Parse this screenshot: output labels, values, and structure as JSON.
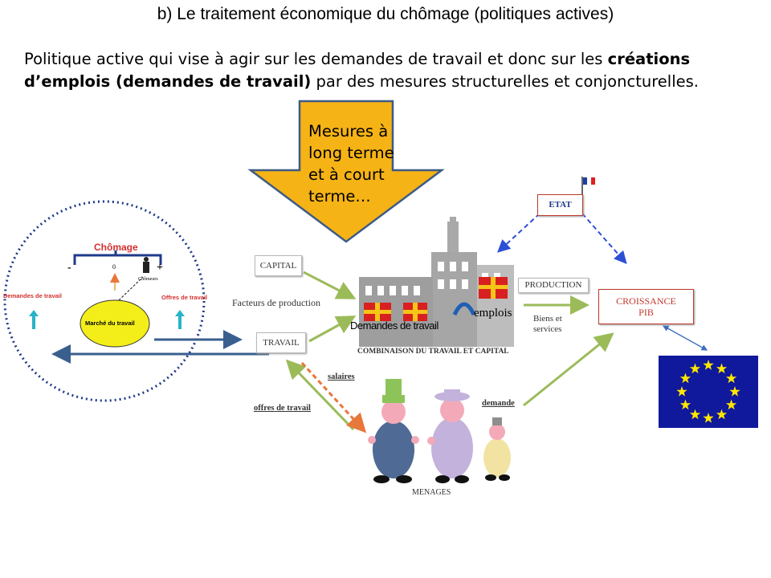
{
  "title": "b) Le traitement économique du chômage (politiques actives)",
  "intro": {
    "part1": "Politique active qui vise à agir sur les demandes de travail et donc sur les ",
    "bold": "créations d’emplois (demandes de travail)",
    "part2": " par des mesures structurelles et conjoncturelles."
  },
  "arrow_text": [
    "Mesures à",
    "long terme",
    "et à court",
    "terme…"
  ],
  "circle": {
    "chomage": "Chômage",
    "minus": "-",
    "zero": "0",
    "plus": "+",
    "chomeurs": "Chômeurs",
    "demandes": "Demandes de travail",
    "offres": "Offres de travail",
    "marche": "Marché du travail"
  },
  "diagram": {
    "capital": "CAPITAL",
    "travail": "TRAVAIL",
    "facteurs": "Facteurs de production",
    "demandes_overlay": "Demandes de travail",
    "emplois": "emplois",
    "combinaison": "COMBINAISON DU TRAVAIL ET CAPITAL",
    "production": "PRODUCTION",
    "biens": "Biens et services",
    "etat": "ETAT",
    "croissance_1": "CROISSANCE",
    "croissance_2": "PIB",
    "salaires": "salaires",
    "offres": "offres de travail",
    "demande": "demande",
    "menages": "MENAGES"
  },
  "colors": {
    "arrow_fill": "#f5b316",
    "arrow_stroke": "#3d5b86",
    "green_arrow": "#9bbb59",
    "blue_dash": "#2b4fd6",
    "eu_blue": "#10189c",
    "eu_star": "#ffe600",
    "circle_dots": "#1f3a8a",
    "marche_fill": "#f3ee1a",
    "croissance_red": "#c0392b"
  }
}
